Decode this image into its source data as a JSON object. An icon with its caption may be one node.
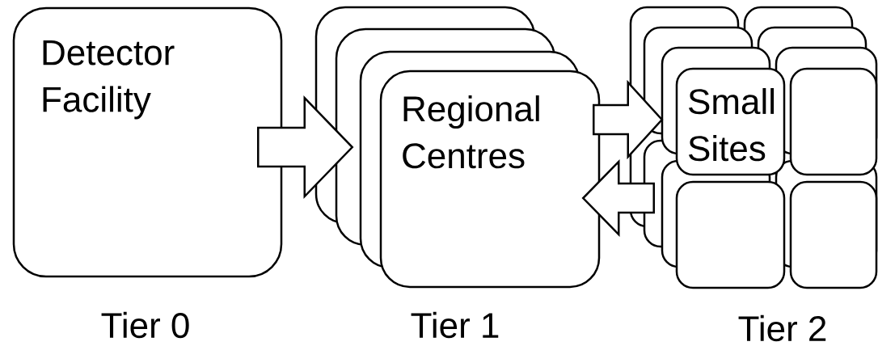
{
  "diagram": {
    "nodes": [
      {
        "text": [
          "Detector Facility"
        ],
        "beside": [
          "Tier 0"
        ]
      },
      {
        "text": [],
        "shape": "box"
      },
      {
        "text": [],
        "shape": "box"
      },
      {
        "text": [],
        "shape": "box"
      },
      {
        "text": [
          "Regional Centres"
        ],
        "beside": [
          "Tier 1"
        ]
      },
      {
        "text": [
          "Small Sites"
        ]
      },
      {
        "text": [],
        "shape": "box"
      },
      {
        "text": [],
        "shape": "box"
      },
      {
        "text": [],
        "shape": "box"
      }
    ],
    "edges": [
      {
        "from": 0,
        "to": 4,
        "arrow": "to"
      },
      {
        "from": 4,
        "to": 5,
        "arrow": "to"
      },
      {
        "from": 7,
        "to": 4,
        "arrow": "to"
      }
    ],
    "labels": [
      "Tier 2"
    ]
  }
}
